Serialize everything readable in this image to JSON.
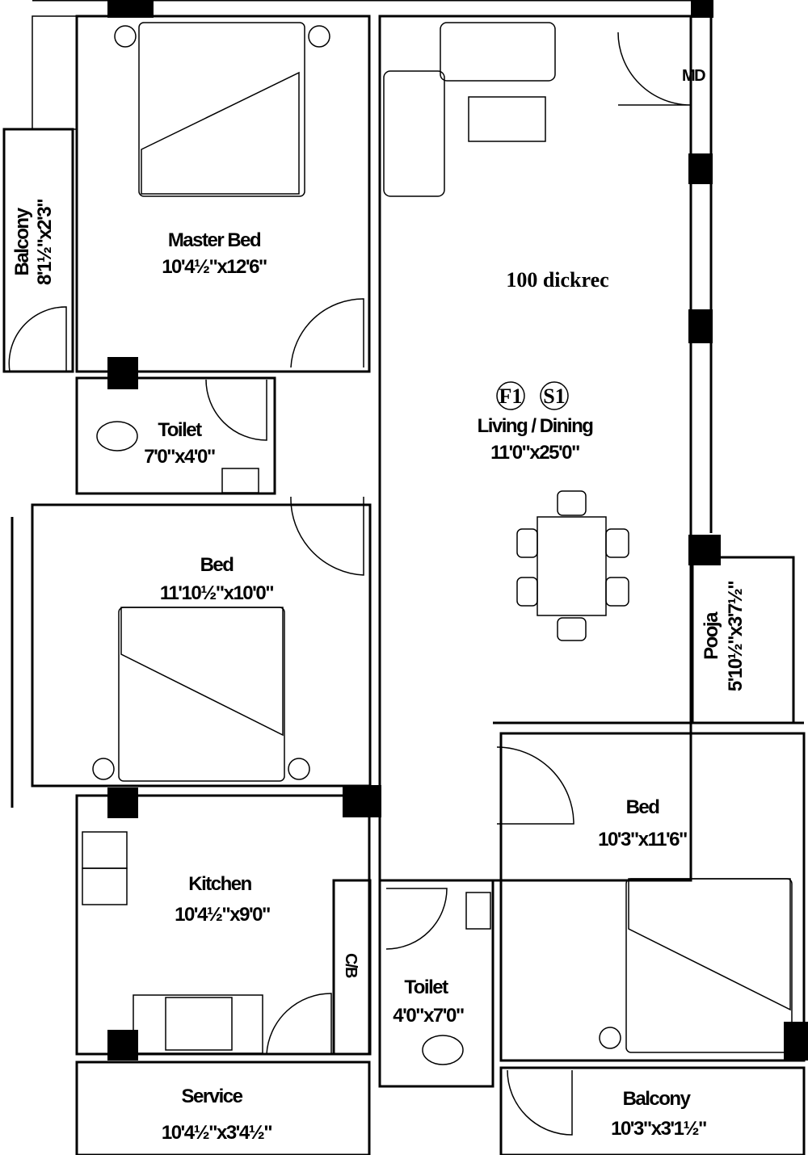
{
  "plan": {
    "title": "100 dickrec",
    "tags": [
      "F1",
      "S1"
    ],
    "main_door": "MD",
    "rooms": [
      {
        "name": "Master Bed",
        "size": "10'4½\"x12'6\""
      },
      {
        "name": "Balcony",
        "size": "8'1½\"x2'3\""
      },
      {
        "name": "Toilet",
        "size": "7'0\"x4'0\""
      },
      {
        "name": "Living / Dining",
        "size": "11'0\"x25'0\""
      },
      {
        "name": "Bed",
        "size": "11'10½\"x10'0\""
      },
      {
        "name": "Pooja",
        "size": "5'10½\"x3'7½\""
      },
      {
        "name": "Bed",
        "size": "10'3\"x11'6\""
      },
      {
        "name": "Kitchen",
        "size": "10'4½\"x9'0\""
      },
      {
        "name": "C/B",
        "size": ""
      },
      {
        "name": "Toilet",
        "size": "4'0\"x7'0\""
      },
      {
        "name": "Service",
        "size": "10'4½\"x3'4½\""
      },
      {
        "name": "Balcony",
        "size": "10'3\"x3'1½\""
      }
    ]
  }
}
